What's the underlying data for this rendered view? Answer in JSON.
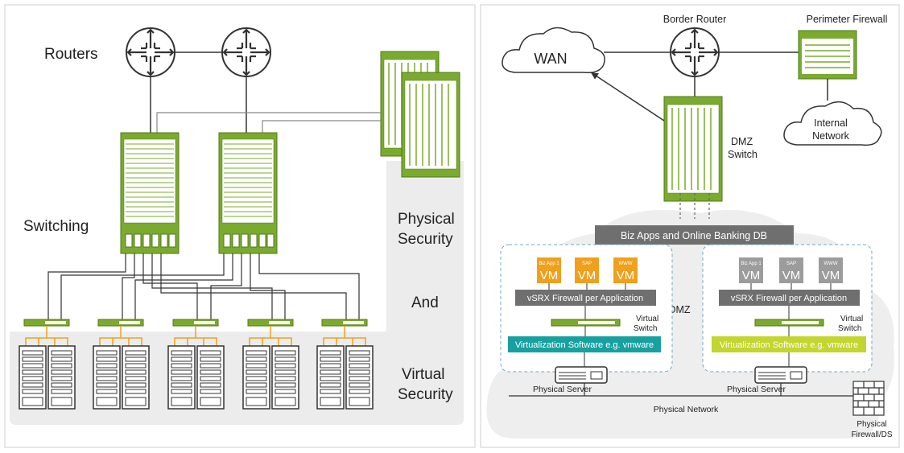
{
  "left_panel": {
    "labels": {
      "routers": "Routers",
      "switching": "Switching",
      "physical_security_1": "Physical",
      "physical_security_2": "Security",
      "and": "And",
      "virtual_security_1": "Virtual",
      "virtual_security_2": "Security"
    }
  },
  "right_panel": {
    "wan": "WAN",
    "border_router": "Border Router",
    "perimeter_firewall": "Perimeter Firewall",
    "internal_network_1": "Internal",
    "internal_network_2": "Network",
    "dmz_switch_1": "DMZ",
    "dmz_switch_2": "Switch",
    "biz_apps": "Biz Apps and Online Banking DB",
    "dmz": "DMZ",
    "vms": [
      {
        "tag": "Biz App 1",
        "label": "VM"
      },
      {
        "tag": "SAP",
        "label": "VM"
      },
      {
        "tag": "WWW",
        "label": "VM"
      }
    ],
    "vsrx_label": "vSRX Firewall per Application",
    "virtual_switch_1": "Virtual",
    "virtual_switch_2": "Switch",
    "virtualization_software": "Virtualization Software e.g. vmware",
    "physical_server": "Physical Server",
    "physical_network": "Physical Network",
    "physical_firewall_1": "Physical",
    "physical_firewall_2": "Firewall/DS"
  },
  "colors": {
    "green": "#7bab2e",
    "orange": "#f0a01c",
    "teal": "#16a1a0",
    "lime": "#c3d52f",
    "dark_gray": "#6f6f6f",
    "light_gray": "#e6e6e6"
  }
}
